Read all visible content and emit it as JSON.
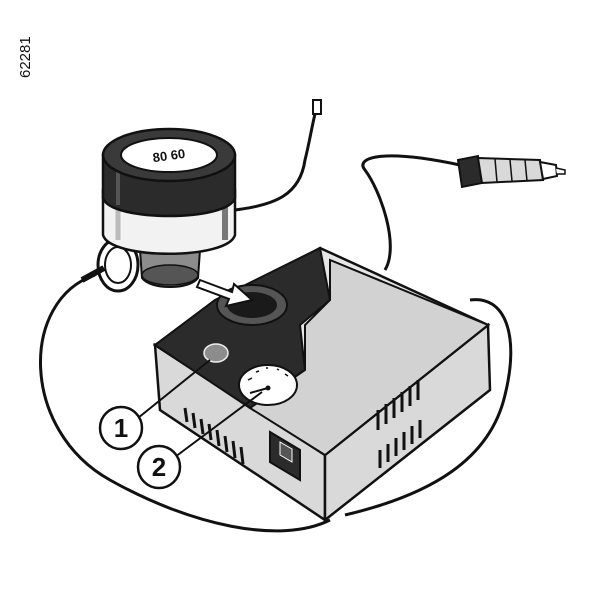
{
  "figure": {
    "reference_code": "62281",
    "callouts": [
      {
        "number": "1",
        "target": "pressure-release-button"
      },
      {
        "number": "2",
        "target": "pressure-gauge"
      }
    ],
    "sealant_bottle_label": "80 60",
    "colors": {
      "line": "#111111",
      "dark": "#2b2b2b",
      "mid": "#8c8c8c",
      "light": "#d9d9d9",
      "white": "#ffffff"
    }
  }
}
